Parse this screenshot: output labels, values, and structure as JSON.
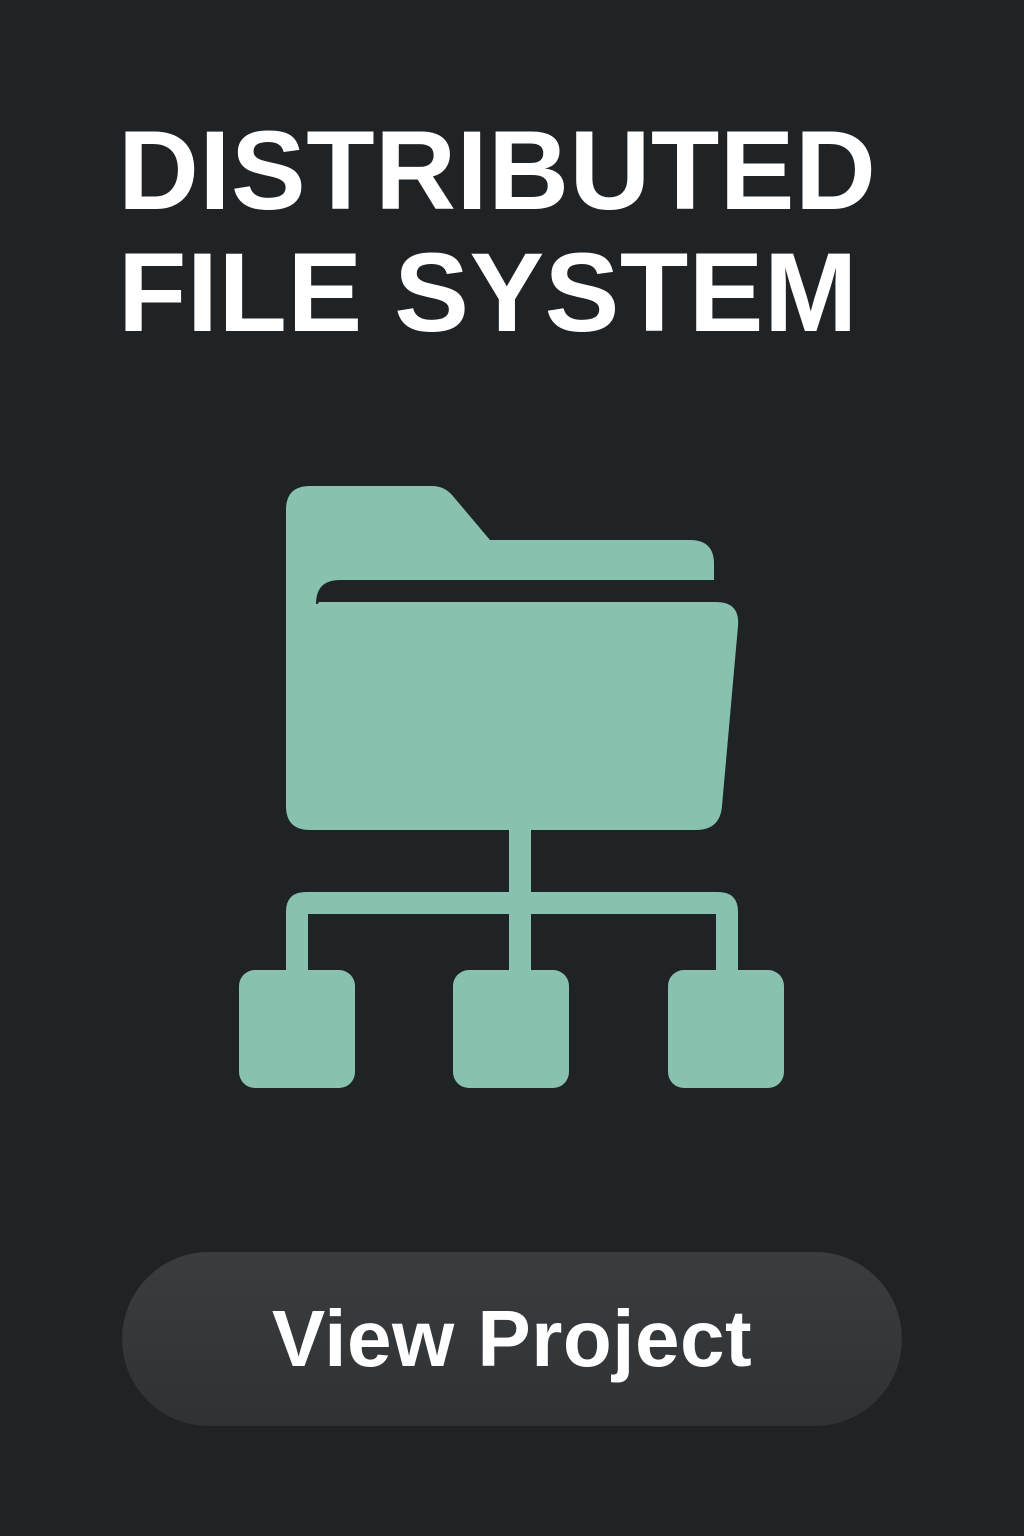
{
  "title": {
    "line1": "DISTRIBUTED",
    "line2": "FILE SYSTEM"
  },
  "icon": {
    "name": "folder-network-icon",
    "color": "#88c1ae"
  },
  "button": {
    "label": "View Project"
  },
  "colors": {
    "background": "#202326",
    "text": "#ffffff",
    "button_bg": "#35383b",
    "accent": "#88c1ae"
  }
}
